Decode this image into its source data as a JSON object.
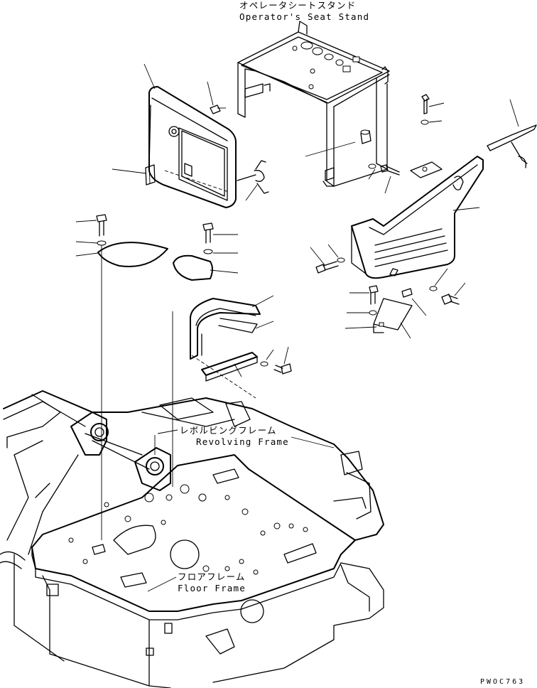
{
  "labels": {
    "seat_stand_jp": "オペレータシートスタンド",
    "seat_stand_en": "Operator's Seat Stand",
    "revolving_frame_jp": "レボルビングフレーム",
    "revolving_frame_en": "Revolving Frame",
    "floor_frame_jp": "フロアフレーム",
    "floor_frame_en": "Floor Frame"
  },
  "drawing_code": "PWOC763"
}
